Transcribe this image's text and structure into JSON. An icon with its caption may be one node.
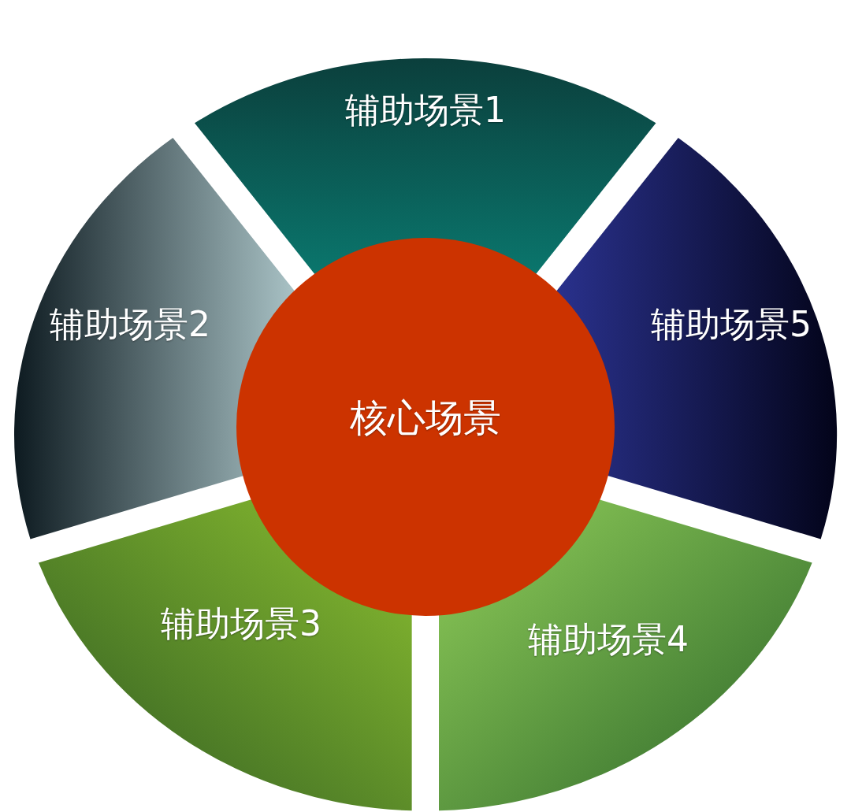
{
  "diagram": {
    "nodes": [
      {
        "text": [
          "辅助场景1"
        ]
      },
      {
        "text": [
          "辅助场景2"
        ]
      },
      {
        "text": [
          "辅助场景5"
        ]
      },
      {
        "text": [
          "核心场景"
        ]
      },
      {
        "text": [
          "辅助场景3"
        ]
      },
      {
        "text": [
          "辅助场景4"
        ]
      }
    ]
  }
}
